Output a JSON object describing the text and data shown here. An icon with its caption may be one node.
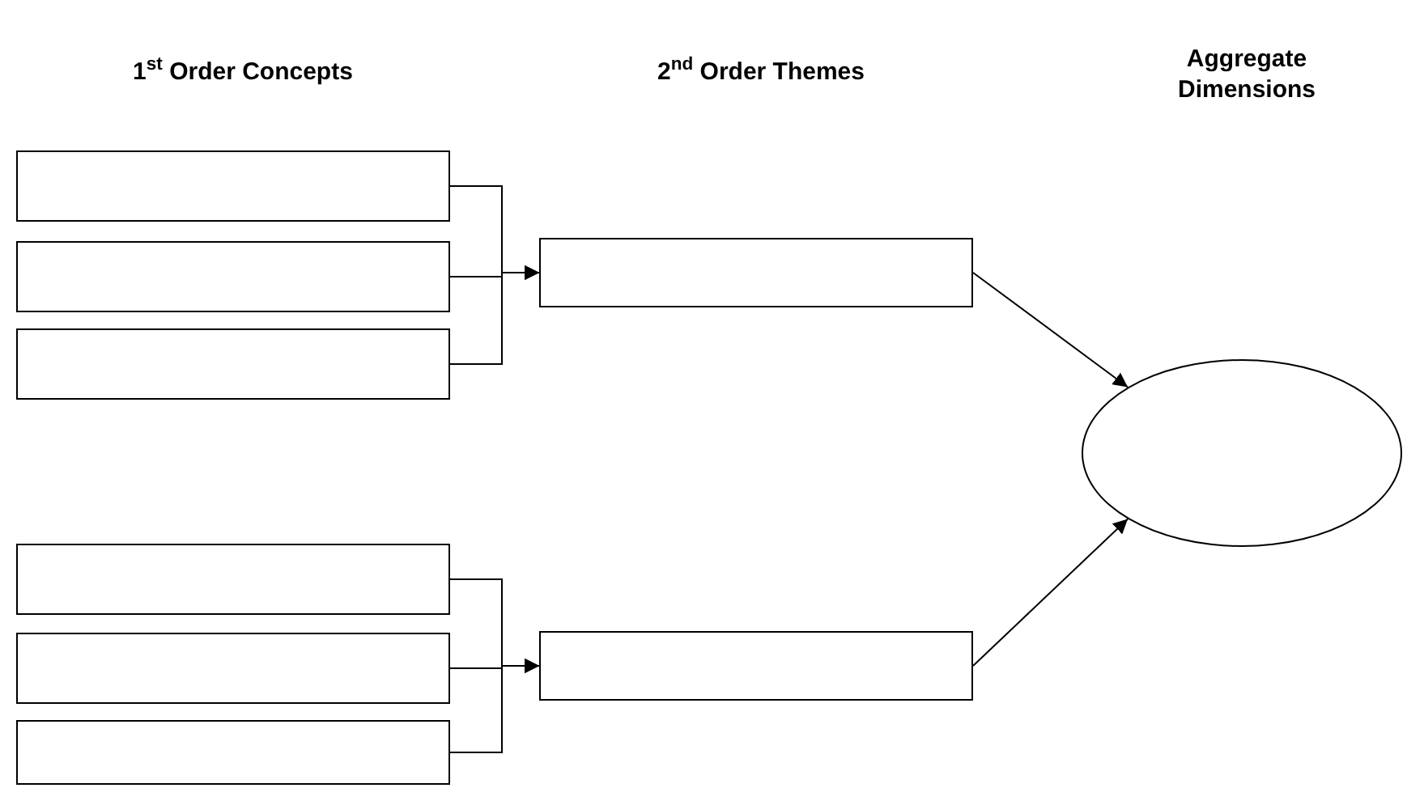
{
  "diagram": {
    "nodes": [
      {
        "text": [],
        "shape": "box"
      },
      {
        "text": [],
        "shape": "box"
      },
      {
        "text": [],
        "shape": "box"
      },
      {
        "text": [],
        "shape": "box"
      },
      {
        "text": [],
        "shape": "box"
      },
      {
        "text": [],
        "shape": "box"
      },
      {
        "text": [],
        "shape": "box"
      },
      {
        "text": [],
        "shape": "box"
      },
      {
        "text": [],
        "shape": "circle"
      }
    ],
    "edges": [
      {
        "from": 0,
        "to": 6,
        "arrow": "to"
      },
      {
        "from": 1,
        "to": 6,
        "arrow": "to"
      },
      {
        "from": 2,
        "to": 6,
        "arrow": "to"
      },
      {
        "from": 3,
        "to": 7,
        "arrow": "to"
      },
      {
        "from": 4,
        "to": 7,
        "arrow": "to"
      },
      {
        "from": 5,
        "to": 7,
        "arrow": "to"
      },
      {
        "from": 6,
        "to": 8,
        "arrow": "to"
      },
      {
        "from": 7,
        "to": 8,
        "arrow": "to"
      }
    ],
    "labels": [
      "1$^{st}$ Order Concepts",
      "2$^{nd}$ Order Themes",
      "Aggregate Dimensions"
    ]
  }
}
